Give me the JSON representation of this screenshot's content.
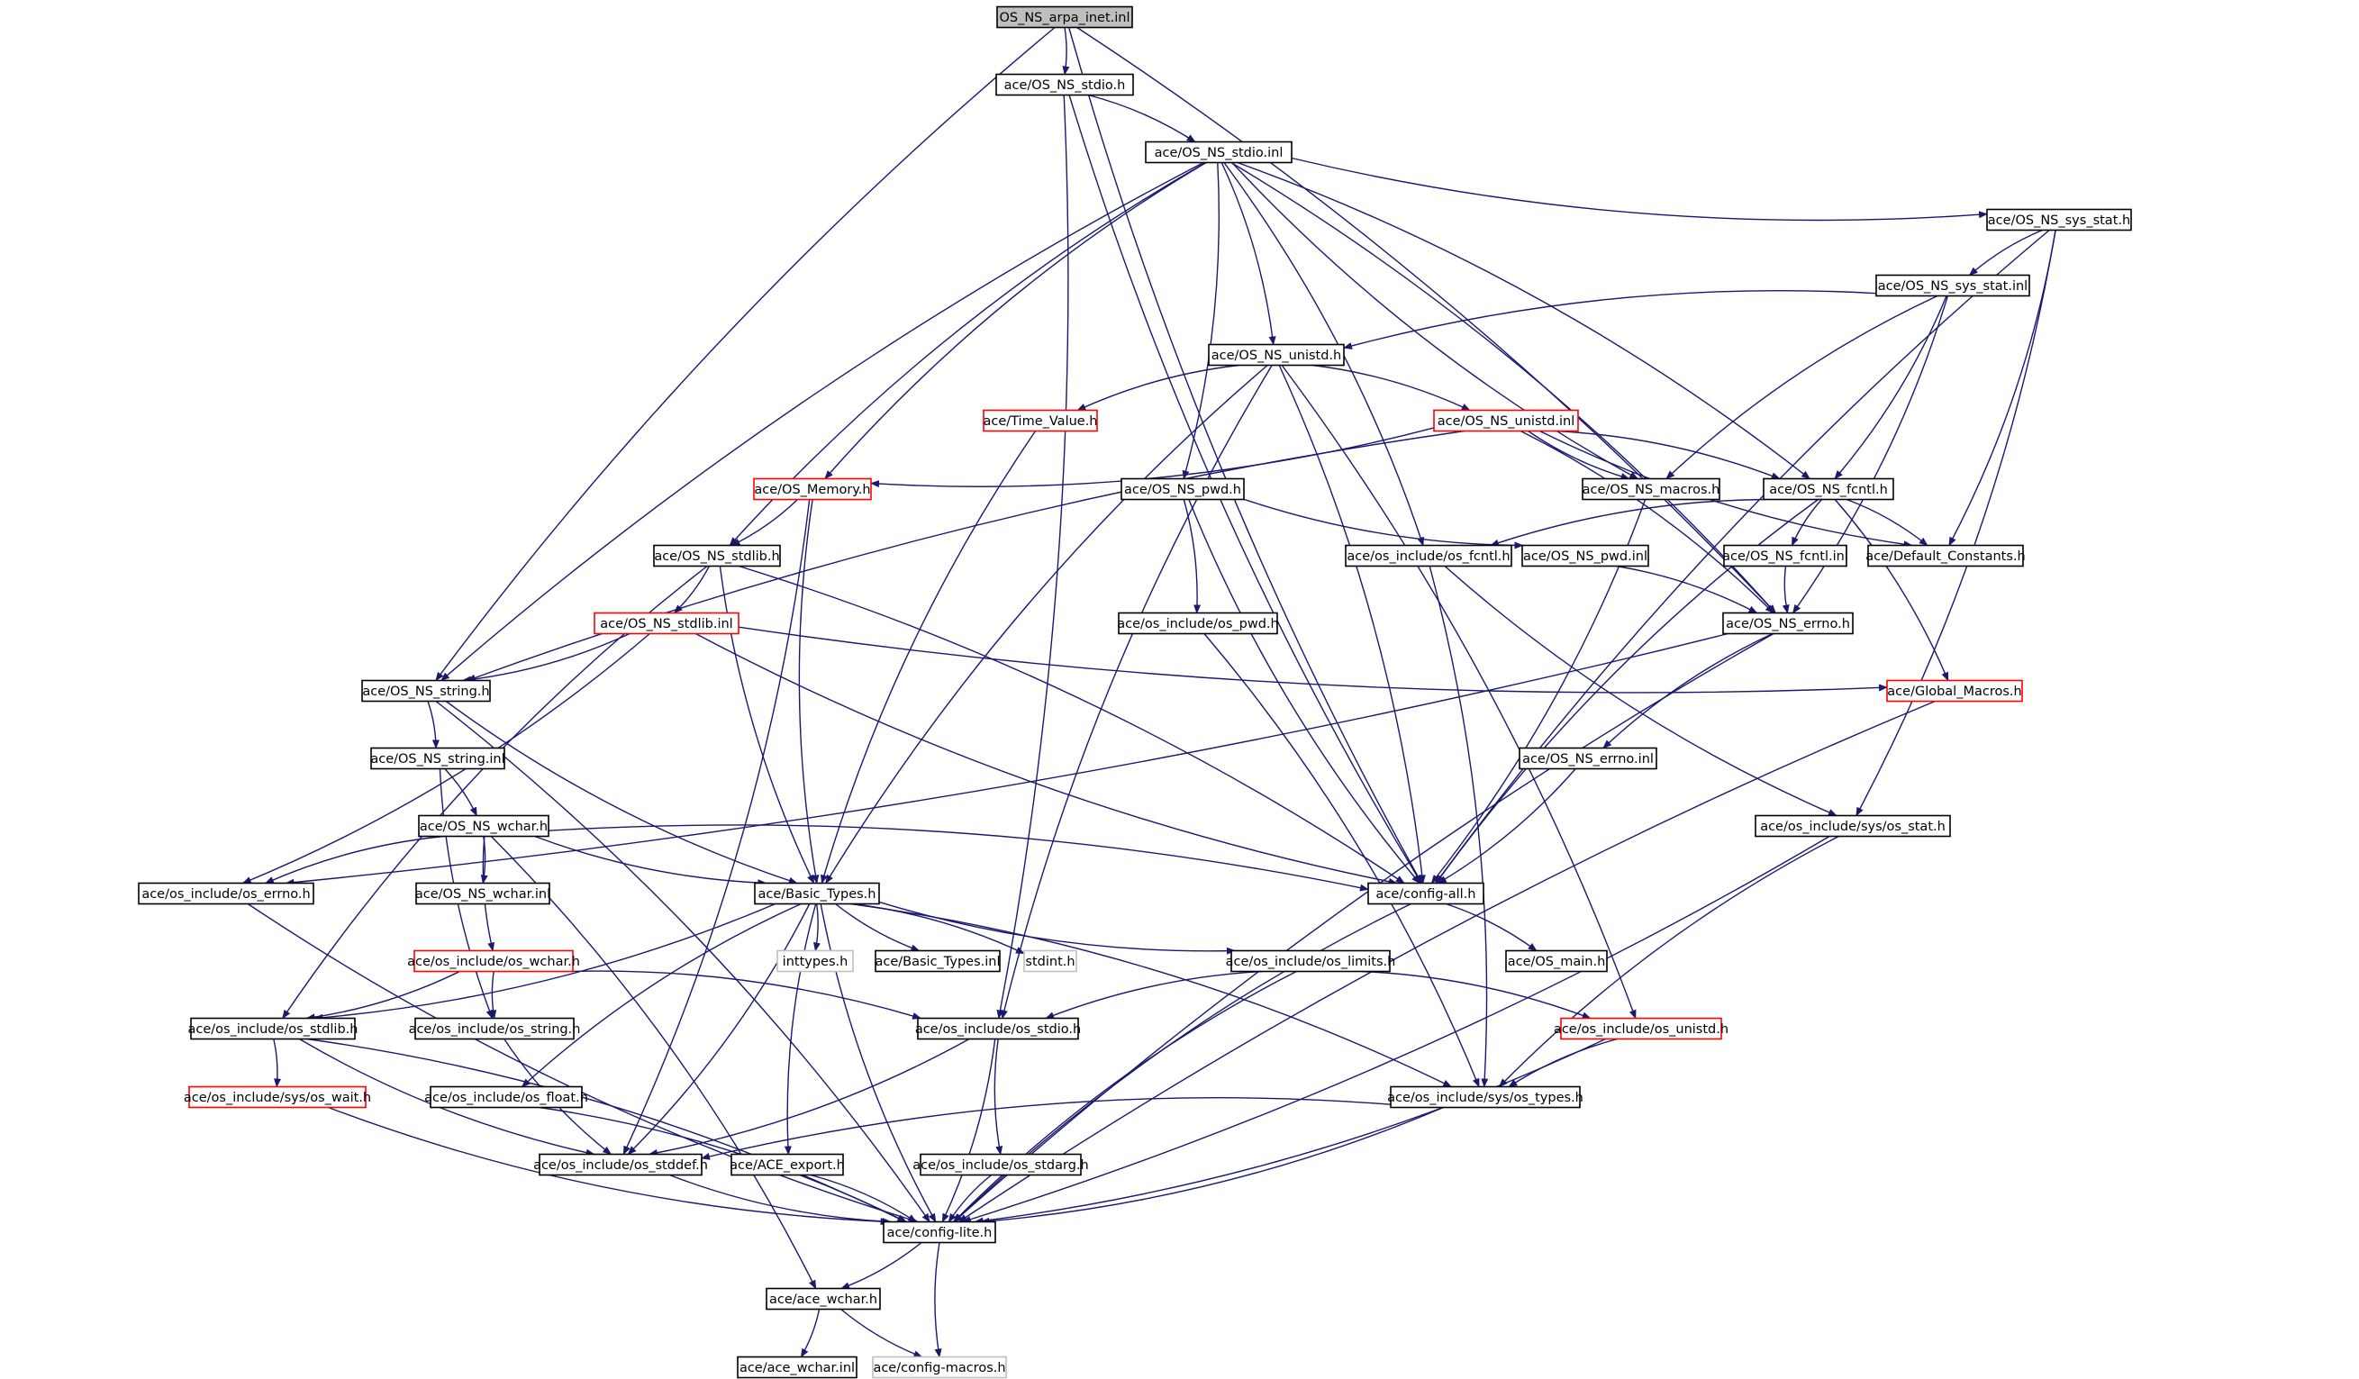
{
  "colors": {
    "edge": "#191970",
    "border_default": "#000000",
    "border_truncated": "#ff0000",
    "border_external": "#bfbfbf",
    "root_fill": "#bfbfbf",
    "node_fill": "#ffffff"
  },
  "nodes": [
    {
      "id": "root",
      "label": "OS_NS_arpa_inet.inl",
      "kind": "root"
    },
    {
      "id": "stdio_h",
      "label": "ace/OS_NS_stdio.h",
      "kind": "default"
    },
    {
      "id": "stdio_inl",
      "label": "ace/OS_NS_stdio.inl",
      "kind": "default"
    },
    {
      "id": "sys_stat_h",
      "label": "ace/OS_NS_sys_stat.h",
      "kind": "default"
    },
    {
      "id": "sys_stat_inl",
      "label": "ace/OS_NS_sys_stat.inl",
      "kind": "default"
    },
    {
      "id": "unistd_h",
      "label": "ace/OS_NS_unistd.h",
      "kind": "default"
    },
    {
      "id": "time_value",
      "label": "ace/Time_Value.h",
      "kind": "truncated"
    },
    {
      "id": "unistd_inl",
      "label": "ace/OS_NS_unistd.inl",
      "kind": "truncated"
    },
    {
      "id": "memory",
      "label": "ace/OS_Memory.h",
      "kind": "truncated"
    },
    {
      "id": "pwd_h",
      "label": "ace/OS_NS_pwd.h",
      "kind": "default"
    },
    {
      "id": "macros",
      "label": "ace/OS_NS_macros.h",
      "kind": "default"
    },
    {
      "id": "fcntl_h",
      "label": "ace/OS_NS_fcntl.h",
      "kind": "default"
    },
    {
      "id": "stdlib_h",
      "label": "ace/OS_NS_stdlib.h",
      "kind": "default"
    },
    {
      "id": "os_fcntl",
      "label": "ace/os_include/os_fcntl.h",
      "kind": "default"
    },
    {
      "id": "pwd_inl",
      "label": "ace/OS_NS_pwd.inl",
      "kind": "default"
    },
    {
      "id": "fcntl_inl",
      "label": "ace/OS_NS_fcntl.inl",
      "kind": "default"
    },
    {
      "id": "default_const",
      "label": "ace/Default_Constants.h",
      "kind": "default"
    },
    {
      "id": "stdlib_inl",
      "label": "ace/OS_NS_stdlib.inl",
      "kind": "truncated"
    },
    {
      "id": "os_pwd",
      "label": "ace/os_include/os_pwd.h",
      "kind": "default"
    },
    {
      "id": "errno_h",
      "label": "ace/OS_NS_errno.h",
      "kind": "default"
    },
    {
      "id": "string_h",
      "label": "ace/OS_NS_string.h",
      "kind": "default"
    },
    {
      "id": "global_macros",
      "label": "ace/Global_Macros.h",
      "kind": "truncated"
    },
    {
      "id": "string_inl",
      "label": "ace/OS_NS_string.inl",
      "kind": "default"
    },
    {
      "id": "errno_inl",
      "label": "ace/OS_NS_errno.inl",
      "kind": "default"
    },
    {
      "id": "wchar_h",
      "label": "ace/OS_NS_wchar.h",
      "kind": "default"
    },
    {
      "id": "os_sys_stat",
      "label": "ace/os_include/sys/os_stat.h",
      "kind": "default"
    },
    {
      "id": "os_errno",
      "label": "ace/os_include/os_errno.h",
      "kind": "default"
    },
    {
      "id": "wchar_inl",
      "label": "ace/OS_NS_wchar.inl",
      "kind": "default"
    },
    {
      "id": "basic_types",
      "label": "ace/Basic_Types.h",
      "kind": "default"
    },
    {
      "id": "config_all",
      "label": "ace/config-all.h",
      "kind": "default"
    },
    {
      "id": "os_wchar",
      "label": "ace/os_include/os_wchar.h",
      "kind": "truncated"
    },
    {
      "id": "inttypes",
      "label": "inttypes.h",
      "kind": "external"
    },
    {
      "id": "basic_types_inl",
      "label": "ace/Basic_Types.inl",
      "kind": "default"
    },
    {
      "id": "stdint",
      "label": "stdint.h",
      "kind": "external"
    },
    {
      "id": "os_limits",
      "label": "ace/os_include/os_limits.h",
      "kind": "default"
    },
    {
      "id": "os_main",
      "label": "ace/OS_main.h",
      "kind": "default"
    },
    {
      "id": "os_stdlib",
      "label": "ace/os_include/os_stdlib.h",
      "kind": "default"
    },
    {
      "id": "os_string",
      "label": "ace/os_include/os_string.h",
      "kind": "default"
    },
    {
      "id": "os_stdio",
      "label": "ace/os_include/os_stdio.h",
      "kind": "default"
    },
    {
      "id": "os_unistd",
      "label": "ace/os_include/os_unistd.h",
      "kind": "truncated"
    },
    {
      "id": "sys_wait",
      "label": "ace/os_include/sys/os_wait.h",
      "kind": "truncated"
    },
    {
      "id": "os_float",
      "label": "ace/os_include/os_float.h",
      "kind": "default"
    },
    {
      "id": "sys_types",
      "label": "ace/os_include/sys/os_types.h",
      "kind": "default"
    },
    {
      "id": "os_stddef",
      "label": "ace/os_include/os_stddef.h",
      "kind": "default"
    },
    {
      "id": "ace_export",
      "label": "ace/ACE_export.h",
      "kind": "default"
    },
    {
      "id": "os_stdarg",
      "label": "ace/os_include/os_stdarg.h",
      "kind": "default"
    },
    {
      "id": "config_lite",
      "label": "ace/config-lite.h",
      "kind": "default"
    },
    {
      "id": "ace_wchar",
      "label": "ace/ace_wchar.h",
      "kind": "default"
    },
    {
      "id": "ace_wchar_inl",
      "label": "ace/ace_wchar.inl",
      "kind": "default"
    },
    {
      "id": "config_macros",
      "label": "ace/config-macros.h",
      "kind": "external"
    }
  ],
  "edges": [
    [
      "root",
      "stdio_h"
    ],
    [
      "root",
      "string_h"
    ],
    [
      "root",
      "errno_h"
    ],
    [
      "root",
      "config_all"
    ],
    [
      "stdio_h",
      "stdio_inl"
    ],
    [
      "stdio_h",
      "config_all"
    ],
    [
      "stdio_h",
      "os_stdio"
    ],
    [
      "stdio_inl",
      "sys_stat_h"
    ],
    [
      "stdio_inl",
      "unistd_h"
    ],
    [
      "stdio_inl",
      "memory"
    ],
    [
      "stdio_inl",
      "pwd_h"
    ],
    [
      "stdio_inl",
      "macros"
    ],
    [
      "stdio_inl",
      "fcntl_h"
    ],
    [
      "stdio_inl",
      "stdlib_h"
    ],
    [
      "stdio_inl",
      "errno_h"
    ],
    [
      "stdio_inl",
      "string_h"
    ],
    [
      "stdio_inl",
      "os_fcntl"
    ],
    [
      "sys_stat_h",
      "sys_stat_inl"
    ],
    [
      "sys_stat_h",
      "default_const"
    ],
    [
      "sys_stat_h",
      "config_all"
    ],
    [
      "sys_stat_h",
      "os_sys_stat"
    ],
    [
      "sys_stat_inl",
      "unistd_h"
    ],
    [
      "sys_stat_inl",
      "fcntl_h"
    ],
    [
      "sys_stat_inl",
      "macros"
    ],
    [
      "sys_stat_inl",
      "errno_h"
    ],
    [
      "unistd_h",
      "time_value"
    ],
    [
      "unistd_h",
      "unistd_inl"
    ],
    [
      "unistd_h",
      "basic_types"
    ],
    [
      "unistd_h",
      "os_unistd"
    ],
    [
      "unistd_h",
      "os_stdio"
    ],
    [
      "unistd_h",
      "config_all"
    ],
    [
      "time_value",
      "basic_types"
    ],
    [
      "unistd_inl",
      "memory"
    ],
    [
      "unistd_inl",
      "macros"
    ],
    [
      "unistd_inl",
      "fcntl_h"
    ],
    [
      "unistd_inl",
      "default_const"
    ],
    [
      "unistd_inl",
      "errno_h"
    ],
    [
      "unistd_inl",
      "string_h"
    ],
    [
      "memory",
      "stdlib_h"
    ],
    [
      "memory",
      "basic_types"
    ],
    [
      "memory",
      "os_stddef"
    ],
    [
      "pwd_h",
      "pwd_inl"
    ],
    [
      "pwd_h",
      "os_pwd"
    ],
    [
      "pwd_h",
      "config_all"
    ],
    [
      "macros",
      "config_all"
    ],
    [
      "fcntl_h",
      "fcntl_inl"
    ],
    [
      "fcntl_h",
      "default_const"
    ],
    [
      "fcntl_h",
      "os_fcntl"
    ],
    [
      "fcntl_h",
      "global_macros"
    ],
    [
      "fcntl_h",
      "config_all"
    ],
    [
      "stdlib_h",
      "stdlib_inl"
    ],
    [
      "stdlib_h",
      "basic_types"
    ],
    [
      "stdlib_h",
      "config_all"
    ],
    [
      "stdlib_h",
      "os_stdlib"
    ],
    [
      "os_fcntl",
      "sys_types"
    ],
    [
      "os_fcntl",
      "os_sys_stat"
    ],
    [
      "pwd_inl",
      "errno_h"
    ],
    [
      "fcntl_inl",
      "errno_h"
    ],
    [
      "stdlib_inl",
      "string_h"
    ],
    [
      "stdlib_inl",
      "global_macros"
    ],
    [
      "stdlib_inl",
      "os_errno"
    ],
    [
      "stdlib_inl",
      "config_all"
    ],
    [
      "os_pwd",
      "sys_types"
    ],
    [
      "errno_h",
      "errno_inl"
    ],
    [
      "errno_h",
      "os_errno"
    ],
    [
      "errno_h",
      "config_lite"
    ],
    [
      "string_h",
      "string_inl"
    ],
    [
      "string_h",
      "basic_types"
    ],
    [
      "string_h",
      "config_lite"
    ],
    [
      "global_macros",
      "config_lite"
    ],
    [
      "string_inl",
      "wchar_h"
    ],
    [
      "string_inl",
      "os_string"
    ],
    [
      "errno_inl",
      "config_all"
    ],
    [
      "wchar_h",
      "os_errno"
    ],
    [
      "wchar_h",
      "wchar_inl"
    ],
    [
      "wchar_h",
      "basic_types"
    ],
    [
      "wchar_h",
      "config_all"
    ],
    [
      "wchar_h",
      "os_wchar"
    ],
    [
      "wchar_h",
      "ace_wchar"
    ],
    [
      "os_sys_stat",
      "sys_types"
    ],
    [
      "os_sys_stat",
      "config_lite"
    ],
    [
      "os_errno",
      "config_lite"
    ],
    [
      "basic_types",
      "inttypes"
    ],
    [
      "basic_types",
      "basic_types_inl"
    ],
    [
      "basic_types",
      "stdint"
    ],
    [
      "basic_types",
      "os_limits"
    ],
    [
      "basic_types",
      "os_stdlib"
    ],
    [
      "basic_types",
      "os_float"
    ],
    [
      "basic_types",
      "os_stddef"
    ],
    [
      "basic_types",
      "ace_export"
    ],
    [
      "basic_types",
      "sys_types"
    ],
    [
      "basic_types",
      "config_lite"
    ],
    [
      "config_all",
      "os_main"
    ],
    [
      "config_all",
      "config_lite"
    ],
    [
      "os_wchar",
      "os_stdlib"
    ],
    [
      "os_wchar",
      "os_string"
    ],
    [
      "os_wchar",
      "os_stdio"
    ],
    [
      "os_limits",
      "os_stdio"
    ],
    [
      "os_limits",
      "os_unistd"
    ],
    [
      "os_limits",
      "config_lite"
    ],
    [
      "os_stdlib",
      "sys_wait"
    ],
    [
      "os_stdlib",
      "os_stddef"
    ],
    [
      "os_stdlib",
      "config_lite"
    ],
    [
      "os_string",
      "os_stddef"
    ],
    [
      "os_stdio",
      "os_stddef"
    ],
    [
      "os_stdio",
      "os_stdarg"
    ],
    [
      "os_stdio",
      "config_lite"
    ],
    [
      "os_unistd",
      "sys_types"
    ],
    [
      "os_unistd",
      "config_lite"
    ],
    [
      "sys_wait",
      "config_lite"
    ],
    [
      "os_float",
      "config_lite"
    ],
    [
      "sys_types",
      "os_stddef"
    ],
    [
      "sys_types",
      "config_lite"
    ],
    [
      "os_stddef",
      "config_lite"
    ],
    [
      "ace_export",
      "config_lite"
    ],
    [
      "os_stdarg",
      "config_lite"
    ],
    [
      "config_lite",
      "ace_wchar"
    ],
    [
      "config_lite",
      "config_macros"
    ],
    [
      "ace_wchar",
      "ace_wchar_inl"
    ],
    [
      "ace_wchar",
      "config_macros"
    ]
  ]
}
